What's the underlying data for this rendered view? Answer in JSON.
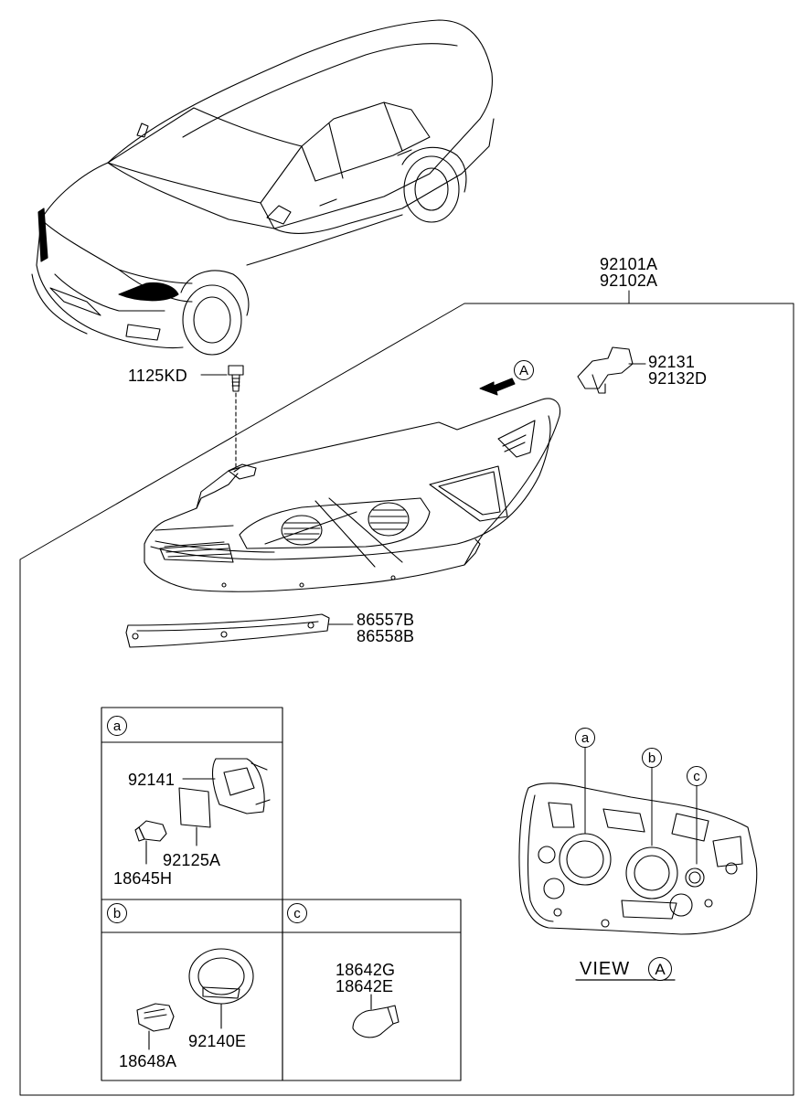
{
  "parts": {
    "headlamp_assy_1": "92101A",
    "headlamp_assy_2": "92102A",
    "bracket_1": "92131",
    "bracket_2": "92132D",
    "screw": "1125KD",
    "reflector_1": "86557B",
    "reflector_2": "86558B",
    "cap_a": "92141",
    "sheet_a": "92125A",
    "bulb_a": "18645H",
    "cap_b": "92140E",
    "bulb_b": "18648A",
    "bulb_c_1": "18642G",
    "bulb_c_2": "18642E"
  },
  "callouts": {
    "a": "a",
    "b": "b",
    "c": "c",
    "view_marker": "A"
  },
  "view": {
    "label": "VIEW",
    "marker": "A"
  }
}
